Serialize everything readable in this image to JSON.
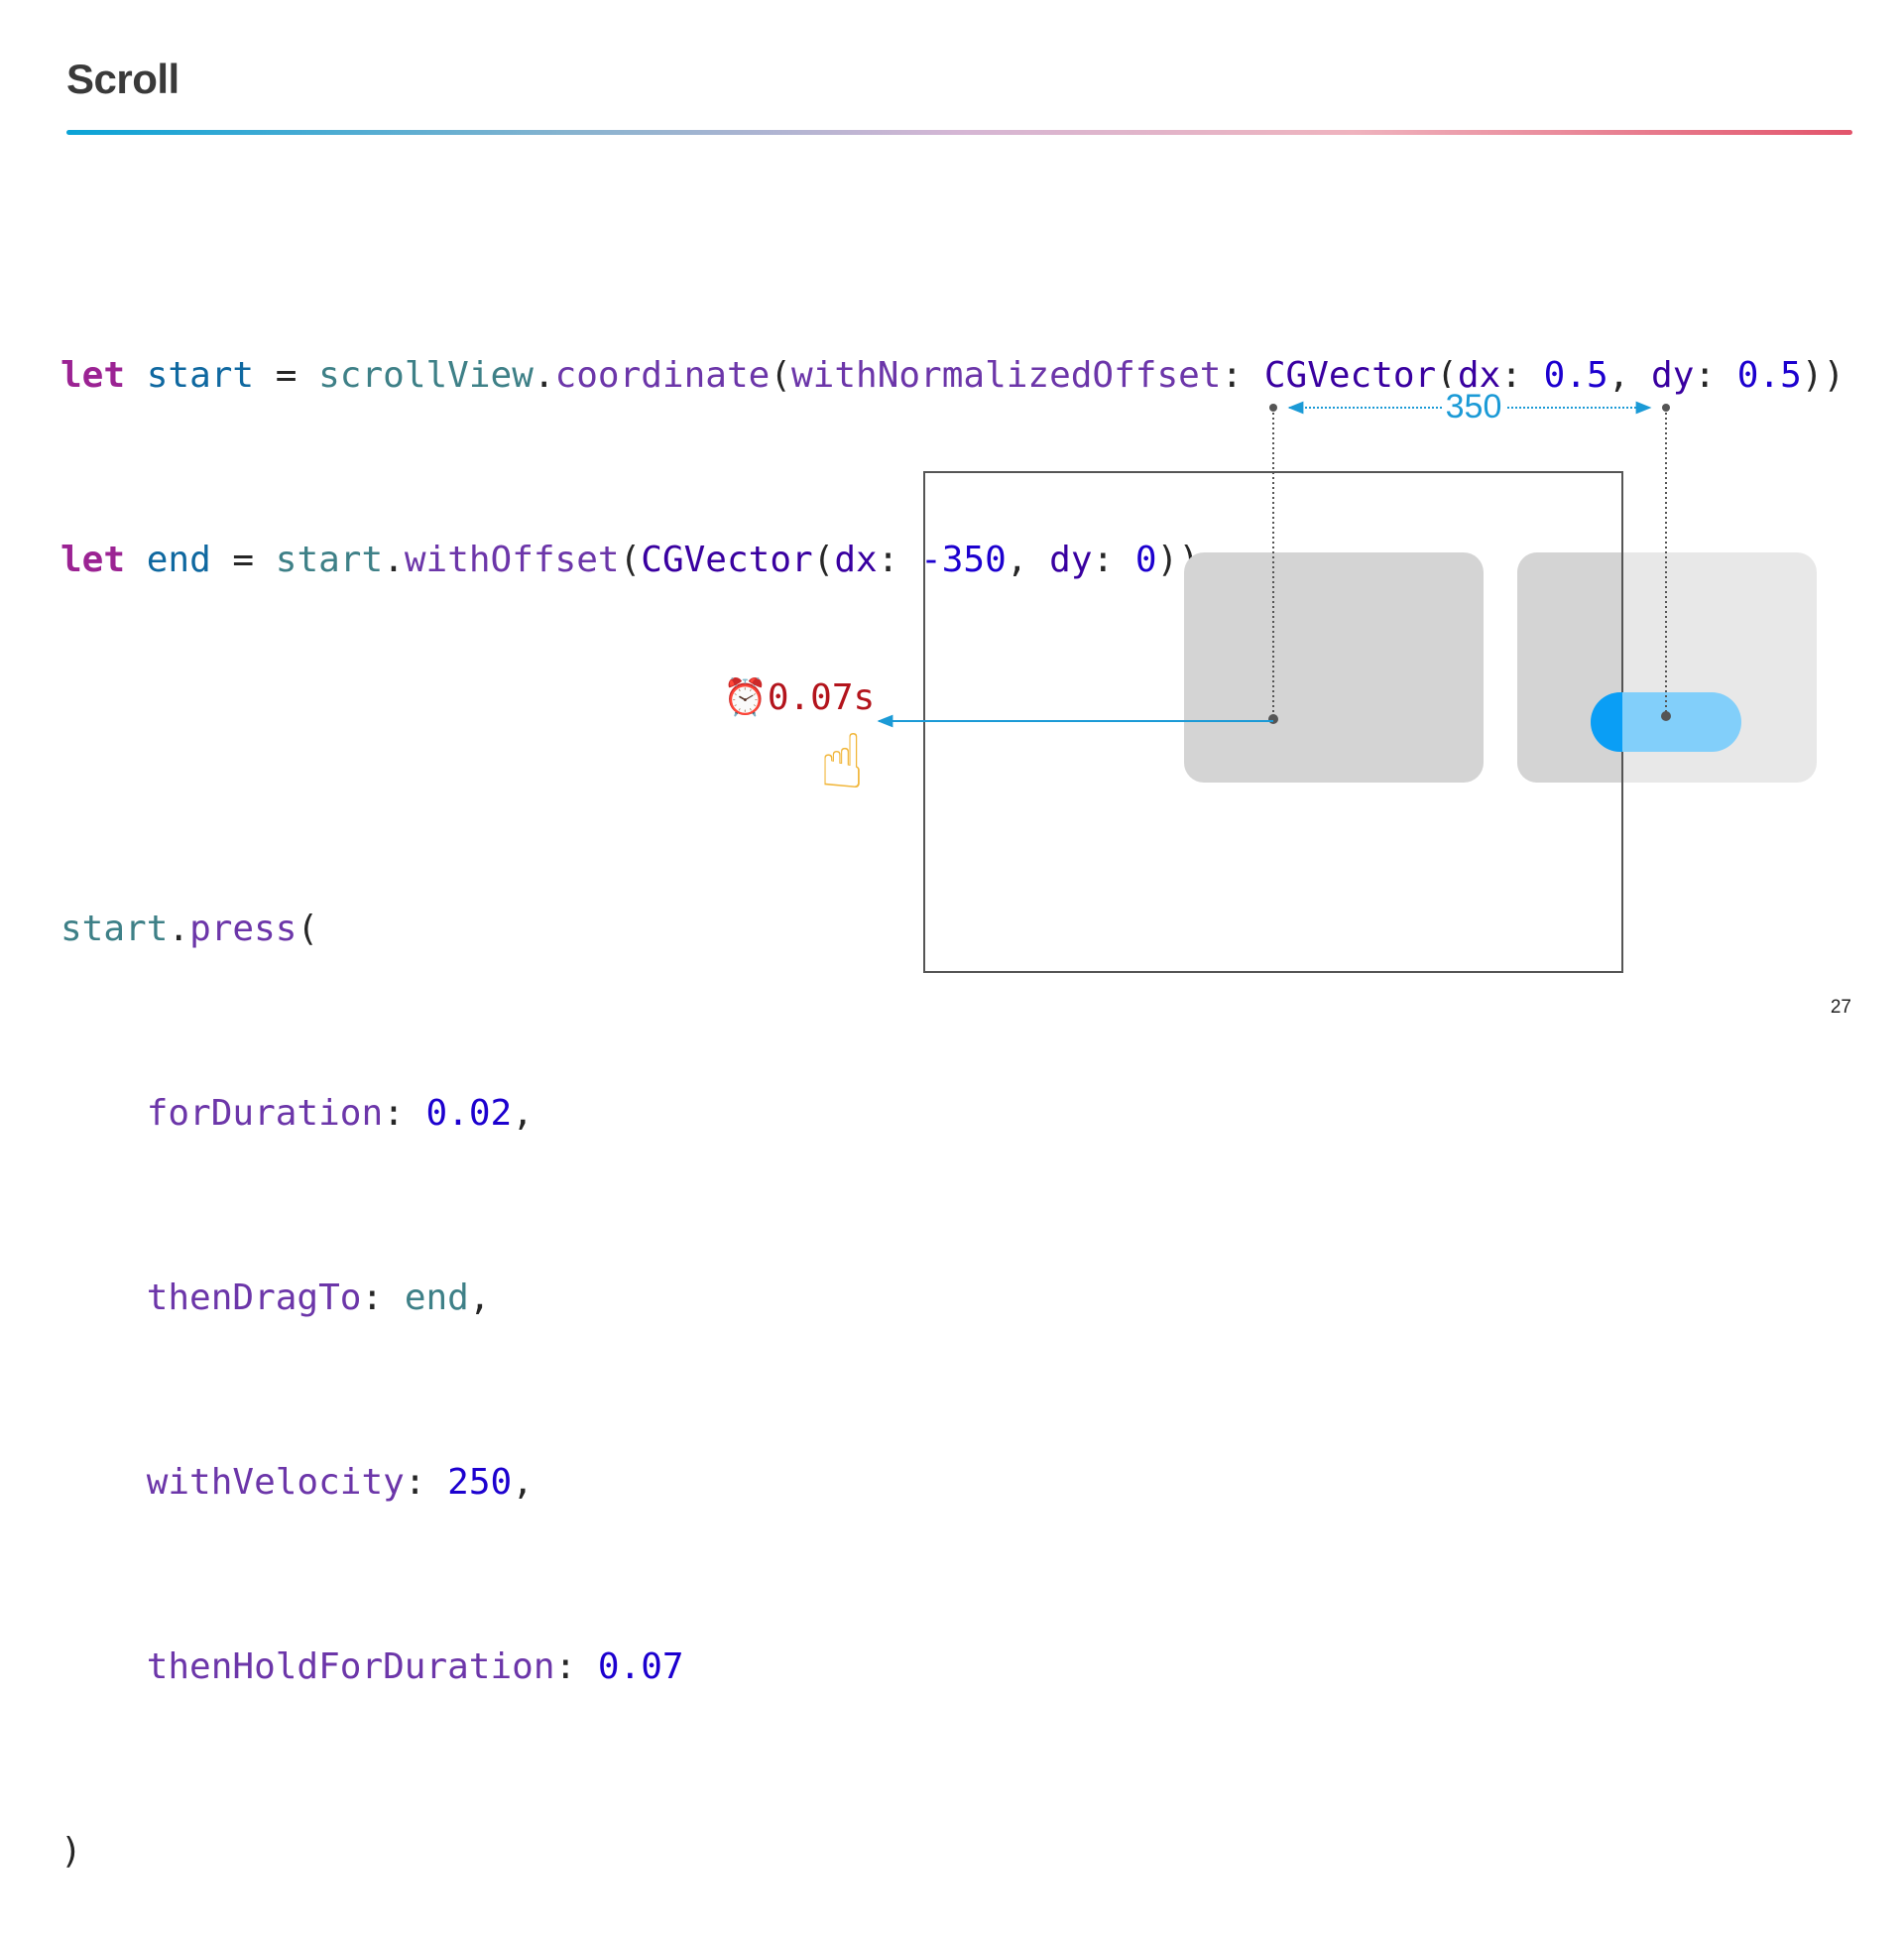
{
  "slide": {
    "title": "Scroll",
    "page_number": "27"
  },
  "code": {
    "line1": {
      "kw": "let",
      "var": "start",
      "eq": " = ",
      "obj": "scrollView",
      "dot": ".",
      "method": "coordinate",
      "open": "(",
      "label": "withNormalizedOffset",
      "colon": ": ",
      "cls": "CGVector",
      "open2": "(",
      "dx": "dx",
      "colon2": ": ",
      "dx_val": "0.5",
      "comma": ", ",
      "dy": "dy",
      "colon3": ": ",
      "dy_val": "0.5",
      "close": "))"
    },
    "line2": {
      "kw": "let",
      "var": "end",
      "eq": " = ",
      "obj": "start",
      "dot": ".",
      "method": "withOffset",
      "open": "(",
      "cls": "CGVector",
      "open2": "(",
      "dx": "dx",
      "colon": ": ",
      "dx_val": "-350",
      "comma": ", ",
      "dy": "dy",
      "colon2": ": ",
      "dy_val": "0",
      "close": "))"
    },
    "line4": {
      "obj": "start",
      "dot": ".",
      "method": "press",
      "open": "("
    },
    "line5": {
      "label": "forDuration",
      "colon": ": ",
      "value": "0.02",
      "comma": ","
    },
    "line6": {
      "label": "thenDragTo",
      "colon": ": ",
      "value": "end",
      "comma": ","
    },
    "line7": {
      "label": "withVelocity",
      "colon": ": ",
      "value": "250",
      "comma": ","
    },
    "line8": {
      "label": "thenHoldForDuration",
      "colon": ": ",
      "value": "0.07"
    },
    "line9": {
      "close": ")"
    }
  },
  "annotation": {
    "timer_icon": "⏰",
    "hold_time": "0.07s",
    "finger_icon": "☝",
    "distance": "350"
  },
  "colors": {
    "keyword": "#9b2393",
    "number": "#1c00cf",
    "method": "#6c36a9",
    "type": "#3900a0",
    "accent_blue": "#1b9ad6",
    "hold_red": "#b3141c"
  }
}
